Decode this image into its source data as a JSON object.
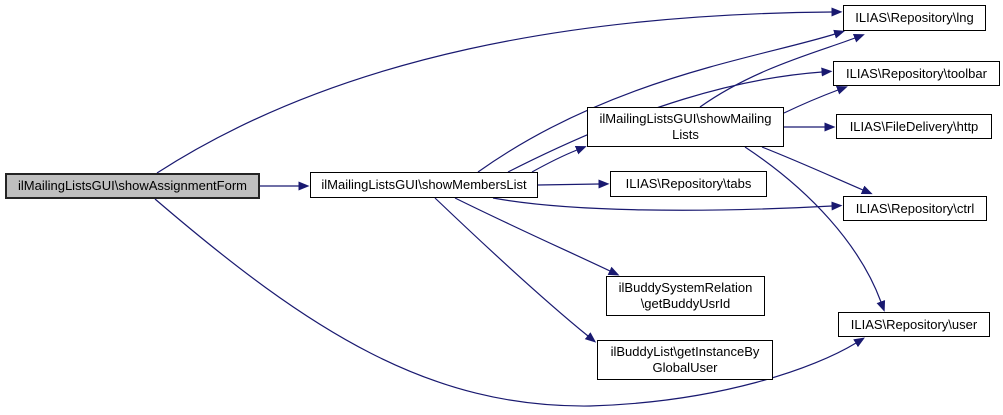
{
  "diagram": {
    "type": "call-graph",
    "background_color": "#ffffff",
    "edge_color": "#191970",
    "node_fill": "#ffffff",
    "node_border_color": "#000000",
    "focus_node_fill": "#bfbfbf",
    "nodes": {
      "assignForm": {
        "label": "ilMailingListsGUI\\showAssignmentForm",
        "focus": true
      },
      "membersList": {
        "label": "ilMailingListsGUI\\showMembersList"
      },
      "mailingLists": {
        "label": "ilMailingListsGUI\\showMailing\nLists"
      },
      "lng": {
        "label": "ILIAS\\Repository\\lng"
      },
      "toolbar": {
        "label": "ILIAS\\Repository\\toolbar"
      },
      "http": {
        "label": "ILIAS\\FileDelivery\\http"
      },
      "tabs": {
        "label": "ILIAS\\Repository\\tabs"
      },
      "ctrl": {
        "label": "ILIAS\\Repository\\ctrl"
      },
      "user": {
        "label": "ILIAS\\Repository\\user"
      },
      "buddyUsrId": {
        "label": "ilBuddySystemRelation\n\\getBuddyUsrId"
      },
      "buddyInstance": {
        "label": "ilBuddyList\\getInstanceBy\nGlobalUser"
      }
    },
    "edges": [
      {
        "from": "assignForm",
        "to": "membersList"
      },
      {
        "from": "assignForm",
        "to": "lng"
      },
      {
        "from": "assignForm",
        "to": "user"
      },
      {
        "from": "membersList",
        "to": "lng"
      },
      {
        "from": "membersList",
        "to": "toolbar"
      },
      {
        "from": "membersList",
        "to": "mailingLists"
      },
      {
        "from": "membersList",
        "to": "tabs"
      },
      {
        "from": "membersList",
        "to": "ctrl"
      },
      {
        "from": "membersList",
        "to": "buddyUsrId"
      },
      {
        "from": "membersList",
        "to": "buddyInstance"
      },
      {
        "from": "mailingLists",
        "to": "lng"
      },
      {
        "from": "mailingLists",
        "to": "toolbar"
      },
      {
        "from": "mailingLists",
        "to": "http"
      },
      {
        "from": "mailingLists",
        "to": "ctrl"
      },
      {
        "from": "mailingLists",
        "to": "user"
      }
    ]
  }
}
